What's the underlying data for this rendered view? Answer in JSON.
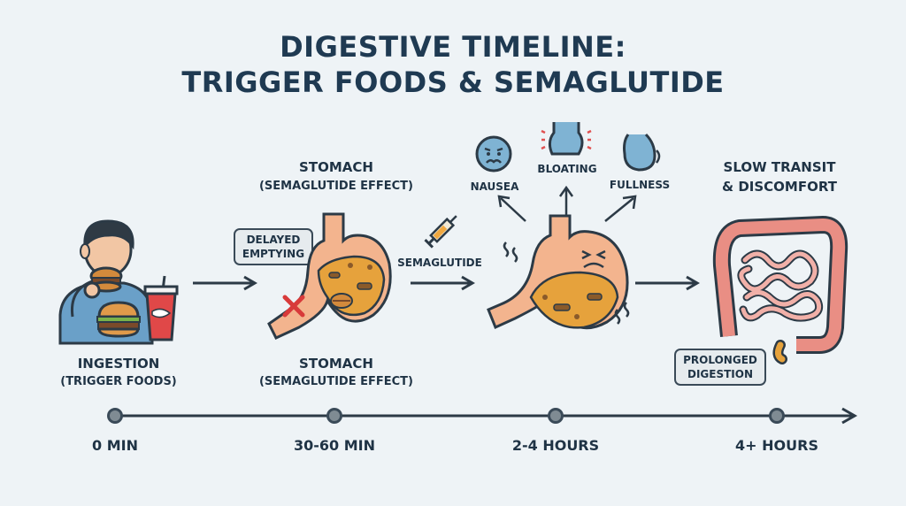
{
  "title": {
    "line1": "DIGESTIVE TIMELINE:",
    "line2": "TRIGGER FOODS & SEMAGLUTIDE"
  },
  "stages": {
    "ingestion": {
      "line1": "INGESTION",
      "line2": "(TRIGGER FOODS)"
    },
    "stomach_top": {
      "line1": "STOMACH",
      "line2": "(SEMAGLUTIDE EFFECT)"
    },
    "stomach_bottom": {
      "line1": "STOMACH",
      "line2": "(SEMAGLUTIDE EFFECT)"
    },
    "slow_transit": {
      "line1": "SLOW TRANSIT",
      "line2": "& DISCOMFORT"
    }
  },
  "callouts": {
    "delayed_emptying": {
      "line1": "DELAYED",
      "line2": "EMPTYING"
    },
    "prolonged_digestion": {
      "line1": "PROLONGED",
      "line2": "DIGESTION"
    }
  },
  "labels": {
    "semaglutide": "SEMAGLUTIDE",
    "nausea": "NAUSEA",
    "bloating": "BLOATING",
    "fullness": "FULLNESS"
  },
  "timeline": {
    "ticks": [
      "0 MIN",
      "30-60 MIN",
      "2-4 HOURS",
      "4+ HOURS"
    ]
  },
  "colors": {
    "background": "#eef3f6",
    "title": "#1f3a52",
    "stomach": "#f3b48e",
    "stomach_content": "#e6a23c",
    "intestine": "#e98e84",
    "outline": "#3a4a58"
  },
  "icons": [
    "person-eating-burger-icon",
    "burger-icon",
    "soda-cup-icon",
    "stomach-icon",
    "red-x-icon",
    "syringe-icon",
    "nauseous-face-icon",
    "bloated-belly-icon",
    "full-belly-icon",
    "intestines-icon",
    "arrow-right-icon"
  ]
}
